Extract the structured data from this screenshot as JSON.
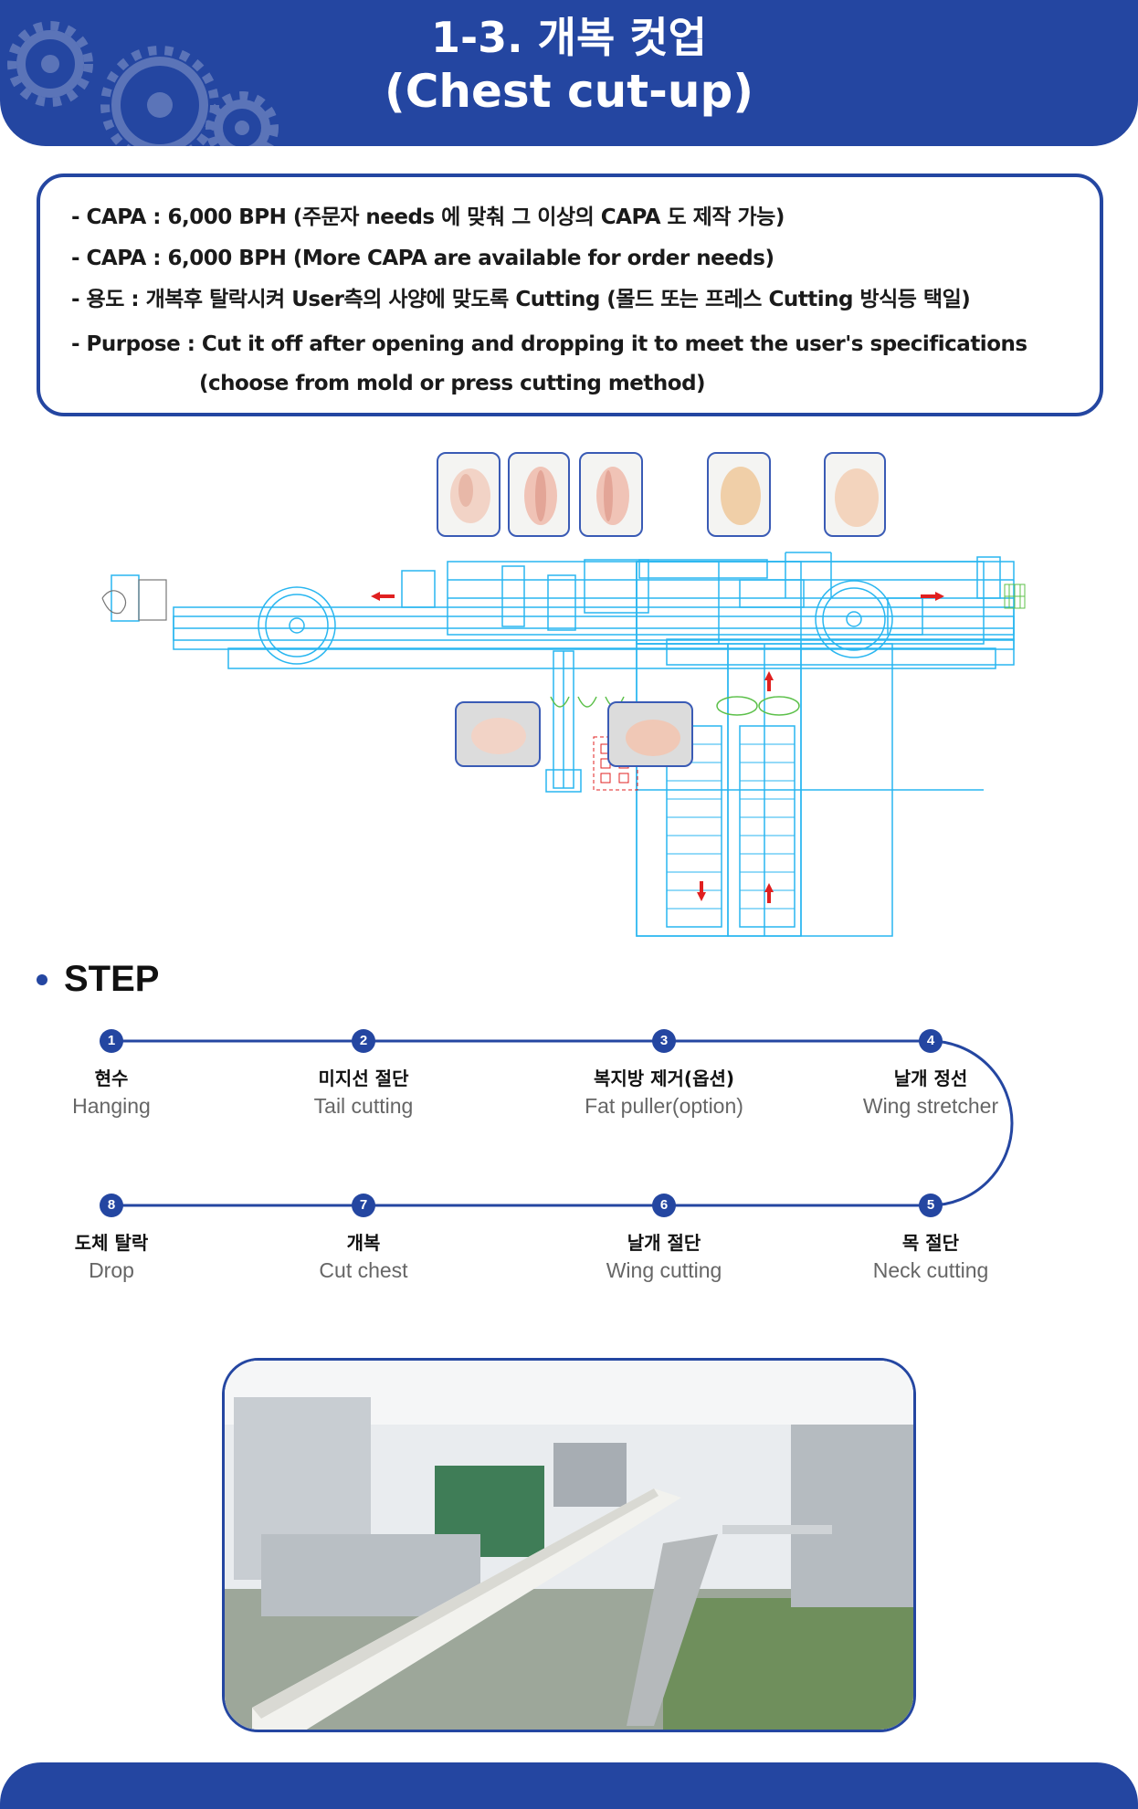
{
  "header": {
    "title_line1": "1-3. 개복 컷업",
    "title_line2": "(Chest cut-up)"
  },
  "spec": {
    "lines": [
      "- CAPA : 6,000 BPH (주문자 needs 에 맞춰 그 이상의 CAPA 도 제작 가능)",
      "- CAPA : 6,000 BPH (More CAPA are available for order needs)",
      "- 용도 : 개복후 탈락시켜 User측의 사양에 맞도록 Cutting (몰드 또는 프레스 Cutting 방식등 택일)",
      "- Purpose : Cut it off after opening and dropping it to meet the user's specifications"
    ],
    "continuation": "(choose from mold or press cutting method)"
  },
  "step_section": {
    "title": "STEP",
    "steps": [
      {
        "num": "1",
        "ko": "현수",
        "en": "Hanging"
      },
      {
        "num": "2",
        "ko": "미지선 절단",
        "en": "Tail cutting"
      },
      {
        "num": "3",
        "ko": "복지방 제거(옵션)",
        "en": "Fat puller(option)"
      },
      {
        "num": "4",
        "ko": "날개 정선",
        "en": "Wing stretcher"
      },
      {
        "num": "5",
        "ko": "목 절단",
        "en": "Neck cutting"
      },
      {
        "num": "6",
        "ko": "날개 절단",
        "en": "Wing cutting"
      },
      {
        "num": "7",
        "ko": "개복",
        "en": "Cut chest"
      },
      {
        "num": "8",
        "ko": "도체 탈락",
        "en": "Drop"
      }
    ]
  },
  "colors": {
    "brand_blue": "#2446a1",
    "diagram_cyan": "#29b6f0",
    "arrow_red": "#e02020",
    "hook_green": "#5cc04a"
  }
}
